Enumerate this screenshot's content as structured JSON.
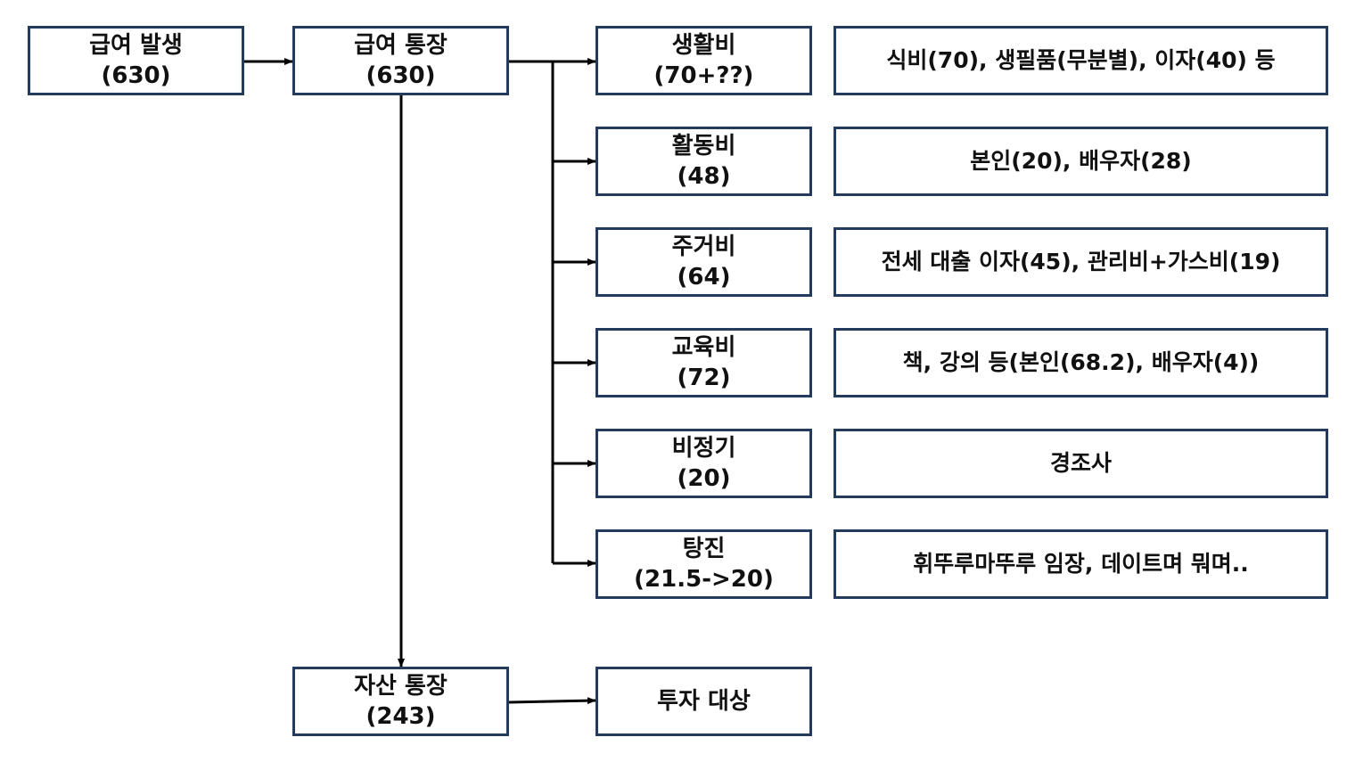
{
  "colors": {
    "box_border": "#243a5e",
    "arrow": "#000000",
    "text": "#111111",
    "background": "#ffffff"
  },
  "nodes": {
    "salary_source": {
      "title": "급여 발생",
      "amount": "(630)"
    },
    "salary_account": {
      "title": "급여 통장",
      "amount": "(630)"
    },
    "asset_account": {
      "title": "자산 통장",
      "amount": "(243)"
    },
    "investment": {
      "title": "투자 대상"
    }
  },
  "categories": [
    {
      "title": "생활비",
      "amount": "(70+??)",
      "detail": "식비(70), 생필품(무분별), 이자(40) 등"
    },
    {
      "title": "활동비",
      "amount": "(48)",
      "detail": "본인(20), 배우자(28)"
    },
    {
      "title": "주거비",
      "amount": "(64)",
      "detail": "전세 대출 이자(45), 관리비+가스비(19)"
    },
    {
      "title": "교육비",
      "amount": "(72)",
      "detail": "책, 강의 등(본인(68.2), 배우자(4))"
    },
    {
      "title": "비정기",
      "amount": "(20)",
      "detail": "경조사"
    },
    {
      "title": "탕진",
      "amount": "(21.5->20)",
      "detail": "휘뚜루마뚜루 임장, 데이트며 뭐며.."
    }
  ]
}
